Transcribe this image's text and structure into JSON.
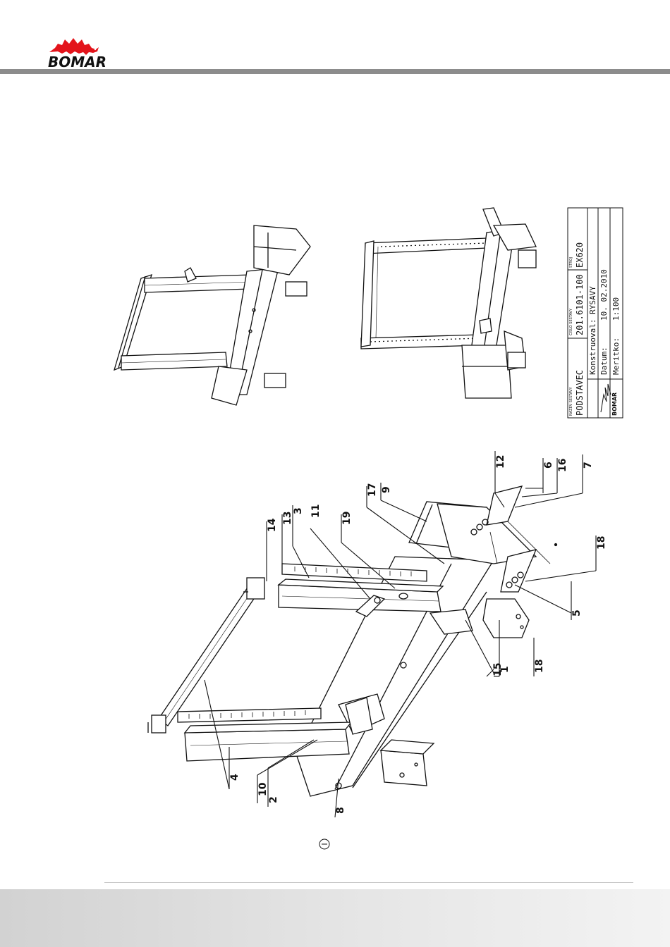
{
  "brand": {
    "name": "BOMAR",
    "reg": "®"
  },
  "title_block": {
    "name_label": "NAZEV SESTAVY",
    "name_value": "PODSTAVEC",
    "number_label": "CISLO SESTAVY",
    "number_value": "201.6101-100",
    "machine_label": "STROJ",
    "machine_value": "EX620",
    "designer": "Konstruoval: RYSAVY",
    "date_label": "Datum:",
    "date_value": "10. 02.2010",
    "scale_label": "Meritko:",
    "scale_value": "1:100",
    "small_logo": "BOMAR"
  },
  "callouts": [
    "1",
    "2",
    "3",
    "4",
    "5",
    "6",
    "7",
    "8",
    "9",
    "10",
    "11",
    "12",
    "13",
    "14",
    "15",
    "16",
    "17",
    "18",
    "18",
    "19"
  ]
}
